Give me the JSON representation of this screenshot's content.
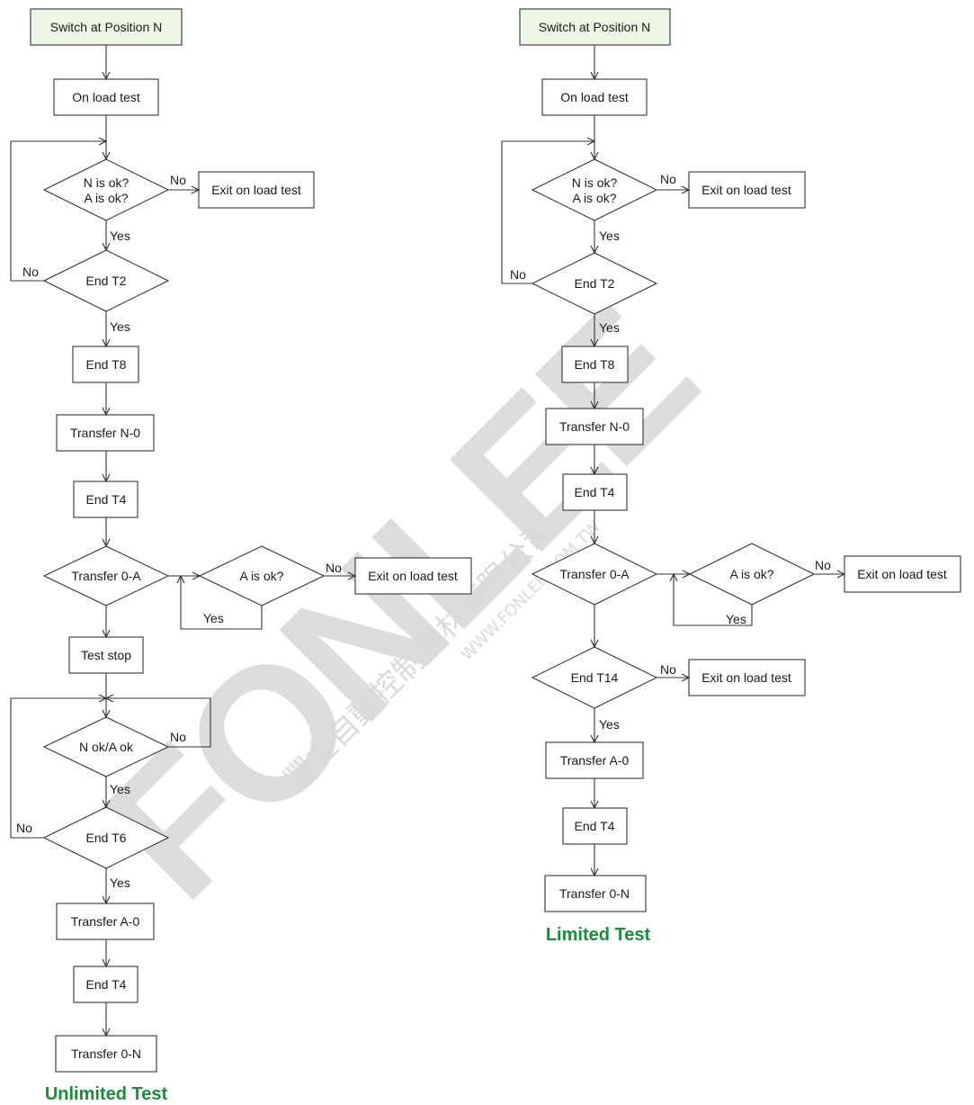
{
  "watermark": {
    "brand": "FONLEE",
    "cn": "豐立自動控制器材有限公司",
    "url": "WWW.FONLEE.COM.TW"
  },
  "diagram_unlimited": {
    "caption": "Unlimited Test",
    "start": "Switch at Position N",
    "on_load_test": "On load test",
    "check_na_line1": "N is ok?",
    "check_na_line2": "A is ok?",
    "exit_1": "Exit on load test",
    "end_t2": "End T2",
    "end_t8": "End T8",
    "transfer_n0": "Transfer N-0",
    "end_t4_a": "End T4",
    "transfer_0a": "Transfer 0-A",
    "a_is_ok": "A is ok?",
    "exit_2": "Exit on load test",
    "test_stop": "Test stop",
    "n_ok_a_ok": "N ok/A ok",
    "end_t6": "End T6",
    "transfer_a0": "Transfer A-0",
    "end_t4_b": "End T4",
    "transfer_0n": "Transfer 0-N"
  },
  "diagram_limited": {
    "caption": "Limited Test",
    "start": "Switch at Position N",
    "on_load_test": "On load test",
    "check_na_line1": "N is ok?",
    "check_na_line2": "A is ok?",
    "exit_1": "Exit on load test",
    "end_t2": "End T2",
    "end_t8": "End T8",
    "transfer_n0": "Transfer N-0",
    "end_t4_a": "End T4",
    "transfer_0a": "Transfer 0-A",
    "a_is_ok": "A is ok?",
    "exit_2": "Exit on load test",
    "end_t14": "End T14",
    "exit_3": "Exit on load test",
    "transfer_a0": "Transfer A-0",
    "end_t4_b": "End T4",
    "transfer_0n": "Transfer 0-N"
  },
  "labels": {
    "yes": "Yes",
    "no": "No"
  },
  "colors": {
    "start_fill": "#eef6e6",
    "caption": "#1e8a3c",
    "line": "#333333"
  }
}
